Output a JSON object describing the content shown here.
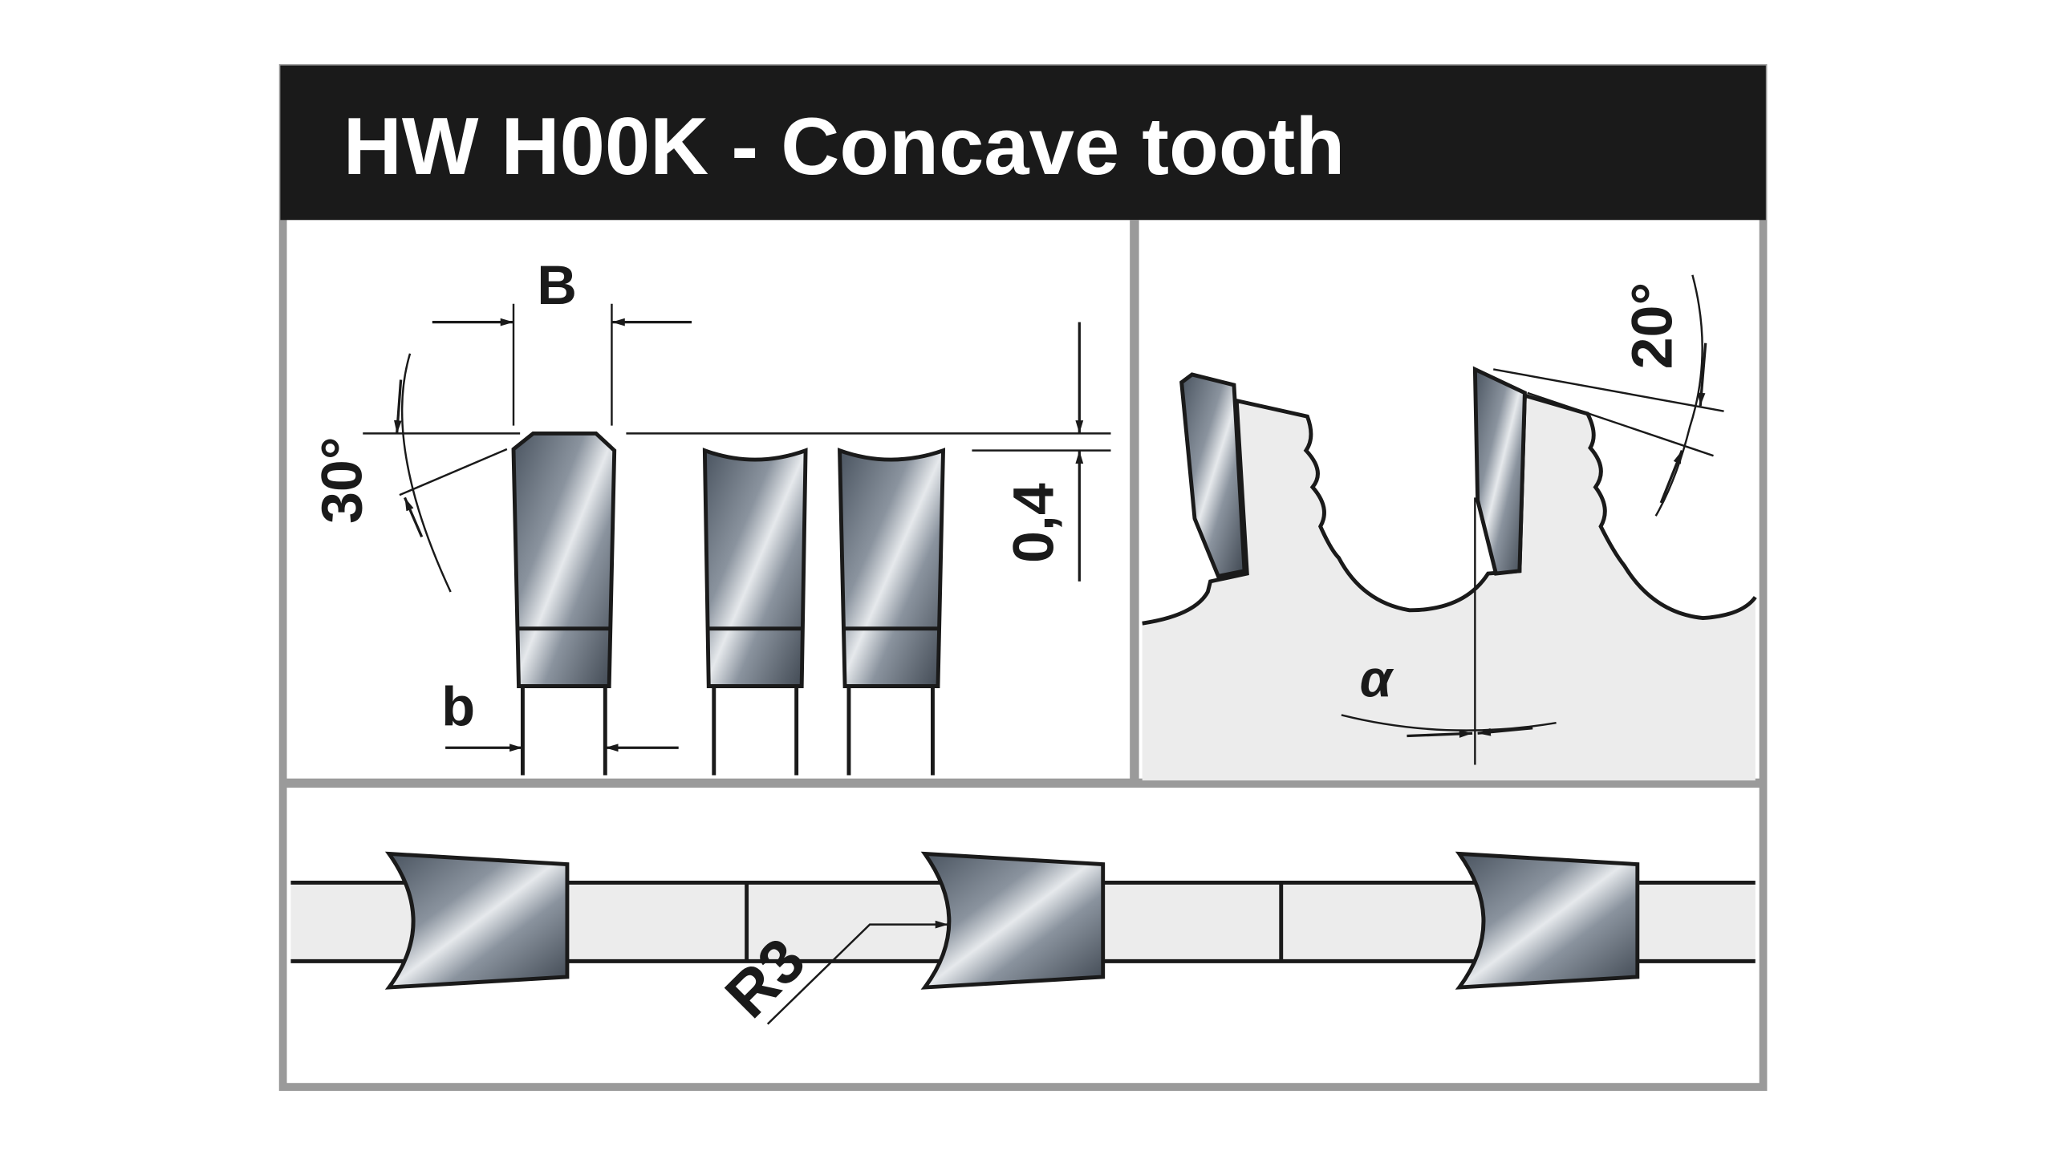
{
  "title": "HW H00K - Concave tooth",
  "labels": {
    "B": "B",
    "b": "b",
    "angle_30": "30°",
    "dim_04": "0,4",
    "angle_20": "20°",
    "alpha": "α",
    "radius": "R3"
  },
  "colors": {
    "header_bg": "#1a1a1a",
    "panel_border": "#9a9a9a",
    "panel_fill": "#ffffff",
    "blade_fill": "#ececec",
    "ink": "#1a1a1a"
  }
}
